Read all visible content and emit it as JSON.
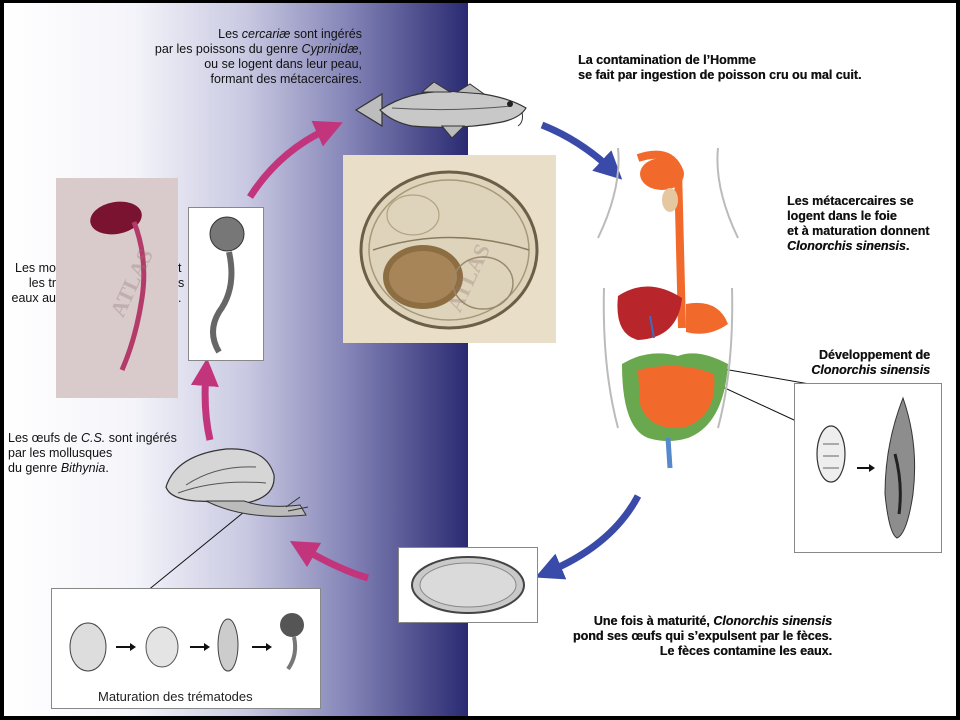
{
  "captions": {
    "cercariae": {
      "line1_pre": "Les ",
      "line1_em": "cercariæ",
      "line1_post": " sont ingérés",
      "line2_pre": "par les poissons du genre ",
      "line2_em": "Cyprinidæ",
      "line2_post": ",",
      "line3": "ou se logent dans leur peau,",
      "line4": "formant des métacercaires."
    },
    "contamination": {
      "line1": "La contamination de l’Homme",
      "line2": "se fait par ingestion de poisson cru ou mal cuit."
    },
    "metacercaires": {
      "line1": "Les métacercaires se",
      "line2": "logent dans le foie",
      "line3": "et à maturation donnent",
      "line4": "Clonorchis sinensis",
      "line4_post": "."
    },
    "developpement": {
      "line1": "Développement de",
      "line2": "Clonorchis sinensis"
    },
    "maturite": {
      "line1_pre": "Une fois à maturité, ",
      "line1_em": "Clonorchis sinensis",
      "line2": "pond ses œufs qui s’expulsent par le fèces.",
      "line3": "Le fèces contamine les eaux."
    },
    "mollusques": {
      "line1_pre": "Les œufs de ",
      "line1_em": "C.S.",
      "line1_post": " sont ingérés",
      "line2": "par les mollusques",
      "line3_pre": "du genre ",
      "line3_em": "Bithynia",
      "line3_post": "."
    },
    "partial": {
      "line1a": "Les mo",
      "line1b": "t",
      "line2a": "les tr",
      "line2b": "s",
      "line3a": "eaux au",
      "line3b": "."
    },
    "maturation": "Maturation des trématodes"
  },
  "watermarks": {
    "egg_photo": "ATLAS",
    "cercaria_photo": "ATLAS"
  },
  "colors": {
    "arrow_magenta": "#c2357c",
    "arrow_blue": "#3a4aa8",
    "panel_gradient_end": "#2a2a72",
    "liver": "#b8252a",
    "intestine": "#f26a2b",
    "colon": "#6aa84f"
  },
  "icons": {
    "fish": "fish-icon",
    "snail": "snail-icon",
    "human": "human-digestive-system-icon",
    "egg": "egg-icon",
    "cercaria": "cercaria-icon",
    "fluke": "fluke-icon"
  }
}
